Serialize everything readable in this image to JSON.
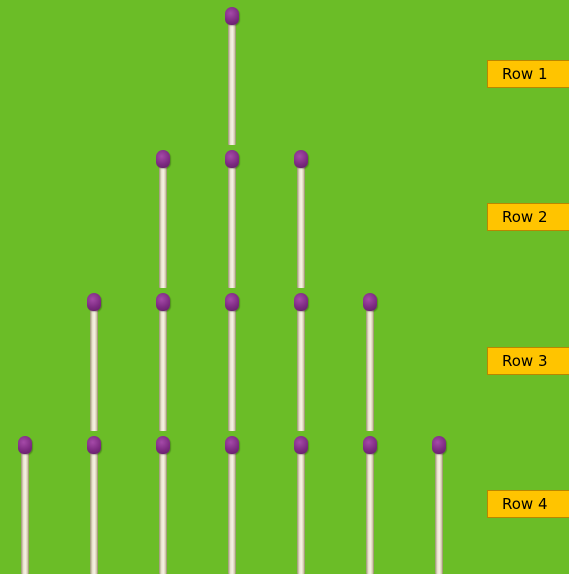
{
  "colors": {
    "background": "#6bbd27",
    "label_background": "#ffc400",
    "match_head": "#7e2b83",
    "match_stick": "#ece6d2"
  },
  "rows": [
    {
      "label": "Row 1",
      "match_count": 1
    },
    {
      "label": "Row 2",
      "match_count": 3
    },
    {
      "label": "Row 3",
      "match_count": 5
    },
    {
      "label": "Row 4",
      "match_count": 7
    }
  ]
}
